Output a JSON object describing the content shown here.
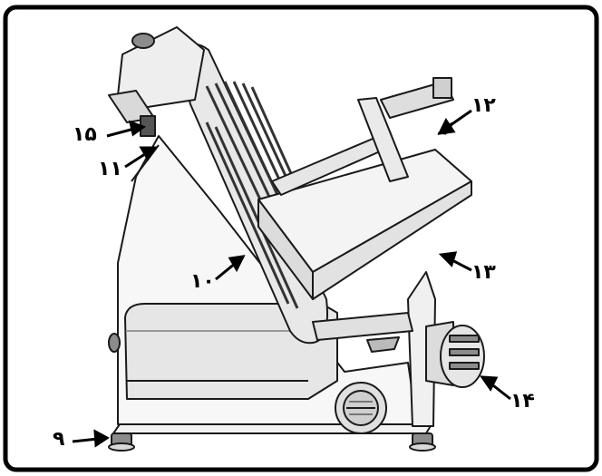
{
  "callouts": [
    {
      "id": "9",
      "label": "۹"
    },
    {
      "id": "10",
      "label": "۱۰"
    },
    {
      "id": "11",
      "label": "۱۱"
    },
    {
      "id": "12",
      "label": "۱۲"
    },
    {
      "id": "13",
      "label": "۱۳"
    },
    {
      "id": "14",
      "label": "۱۴"
    },
    {
      "id": "15",
      "label": "۱۵"
    }
  ],
  "colors": {
    "frame": "#000000",
    "line": "#1a1a1a",
    "light_fill": "#f2f2f2",
    "mid_fill": "#d9d9d9",
    "dark_fill": "#8c8c8c"
  }
}
